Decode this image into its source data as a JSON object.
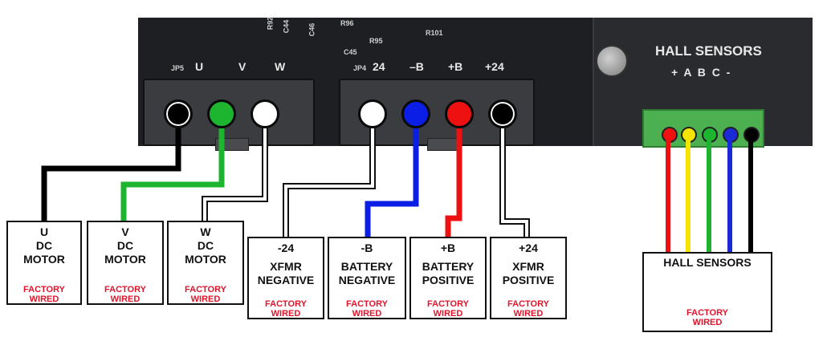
{
  "board": {
    "jp5_label": "JP5",
    "jp4_label": "JP4",
    "silk_u": "U",
    "silk_v": "V",
    "silk_w": "W",
    "silk_24": "24",
    "silk_neg_b": "–B",
    "silk_pos_b": "+B",
    "silk_pos_24": "+24",
    "components": [
      "R96",
      "R95",
      "R101",
      "C45",
      "C46",
      "C44",
      "R92"
    ],
    "hall_title": "HALL SENSORS",
    "hall_pins": "+  A  B  C  -"
  },
  "sockets": [
    {
      "id": "u",
      "color": "#000000"
    },
    {
      "id": "v",
      "color": "#1db52f"
    },
    {
      "id": "w",
      "color": "#ffffff"
    },
    {
      "id": "neg24",
      "color": "#ffffff"
    },
    {
      "id": "negb",
      "color": "#0a1ee6"
    },
    {
      "id": "posb",
      "color": "#ee1111"
    },
    {
      "id": "pos24",
      "color": "#000000"
    }
  ],
  "hall_wires": [
    "#ee1111",
    "#f5e400",
    "#1db52f",
    "#1a2ad6",
    "#000000"
  ],
  "boxes": [
    {
      "symbol": "U",
      "name": [
        "DC",
        "MOTOR"
      ],
      "factory": [
        "FACTORY",
        "WIRED"
      ]
    },
    {
      "symbol": "V",
      "name": [
        "DC",
        "MOTOR"
      ],
      "factory": [
        "FACTORY",
        "WIRED"
      ]
    },
    {
      "symbol": "W",
      "name": [
        "DC",
        "MOTOR"
      ],
      "factory": [
        "FACTORY",
        "WIRED"
      ]
    },
    {
      "symbol": "-24",
      "name": [
        "XFMR",
        "NEGATIVE"
      ],
      "factory": [
        "FACTORY",
        "WIRED"
      ]
    },
    {
      "symbol": "-B",
      "name": [
        "BATTERY",
        "NEGATIVE"
      ],
      "factory": [
        "FACTORY",
        "WIRED"
      ]
    },
    {
      "symbol": "+B",
      "name": [
        "BATTERY",
        "POSITIVE"
      ],
      "factory": [
        "FACTORY",
        "WIRED"
      ]
    },
    {
      "symbol": "+24",
      "name": [
        "XFMR",
        "POSITIVE"
      ],
      "factory": [
        "FACTORY",
        "WIRED"
      ]
    },
    {
      "symbol": "",
      "name": [
        "HALL SENSORS"
      ],
      "factory": [
        "FACTORY",
        "WIRED"
      ]
    }
  ],
  "colors": {
    "black": "#000000",
    "green": "#1db52f",
    "white": "#ffffff",
    "blue": "#0a1ee6",
    "red": "#ee1111",
    "yellow": "#f5e400",
    "factory_text": "#e0142b"
  }
}
